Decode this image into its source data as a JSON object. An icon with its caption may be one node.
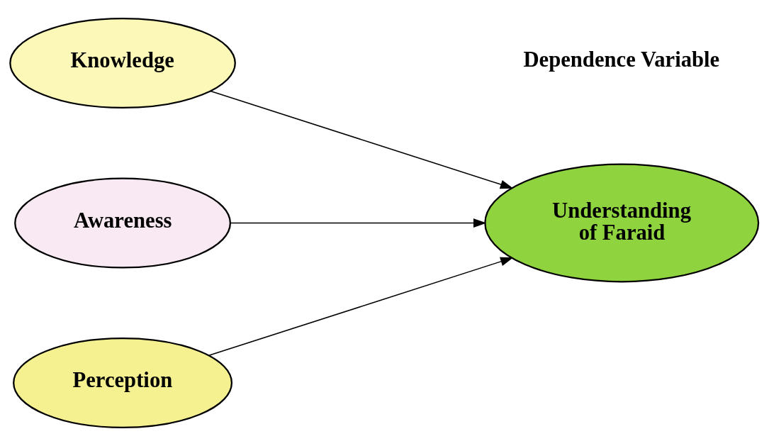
{
  "diagram": {
    "nodes": [
      {
        "text": [
          "Knowledge"
        ]
      },
      {
        "text": [
          "Awareness"
        ]
      },
      {
        "text": [
          "Perception"
        ]
      },
      {
        "text": [
          "Understanding of Faraid"
        ]
      }
    ],
    "edges": [
      {
        "from": 0,
        "to": 3,
        "arrow": "to"
      },
      {
        "from": 1,
        "to": 3,
        "arrow": "to"
      },
      {
        "from": 2,
        "to": 3,
        "arrow": "to"
      }
    ],
    "labels": [
      "Dependence Variable"
    ]
  }
}
